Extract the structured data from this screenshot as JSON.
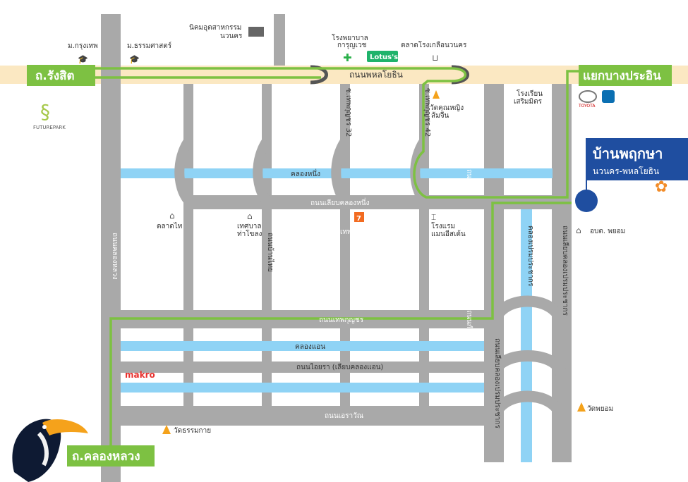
{
  "colors": {
    "road": "#a9a9a9",
    "canal": "#8fd3f5",
    "route": "#7dc142",
    "main_road": "#fbe8c2",
    "marker": "#1f4ea0",
    "temple": "#f4a21b"
  },
  "tags": {
    "rangsit": "ถ.รังสิต",
    "bang_pra_in": "แยกบางประอิน",
    "khlong_luang": "ถ.คลองหลวง"
  },
  "roads": {
    "phahon": "ถนนพหลโยธิน",
    "soi32": "ซ.เทพกุญชร 32",
    "soi42": "ซ.เทพกุญชร 42",
    "khlong_nueng": "คลองหนึ่ง",
    "liap_khlong_nueng": "ถนนเลียบคลองหนึ่ง",
    "khlong_luang_road": "ถนนคลองหลวง",
    "tepkunchon": "ถนนเทพกุญชร",
    "khlong_aen": "คลองแอน",
    "aiyara": "ถนนไอยรา (เลียบคลองแอน)",
    "erawan": "ถนนเอราวัณ",
    "khlong_prem": "คลองเปรมประชากร",
    "liap_khlong_prem_1": "ถนนเลียบคลองเปรมประชากร",
    "liap_khlong_prem_2": "ถนนเลียบคลองเปรมประชากร",
    "bandai": "ถนนบ้านไทย",
    "wa": "เทพ",
    "wa2": "ถนนกำ",
    "wa3": "ถนนกำ"
  },
  "places": {
    "bangkok_u": "ม.กรุงเทพ",
    "thammasat": "ม.ธรรมศาสตร์",
    "navanakorn_ind": "นิคมอุตสาหกรรม\nนวนคร",
    "hospital": "โรงพยาบาล\nการุญเวช",
    "lotus": "Lotus's",
    "market": "ตลาดโรงเกลือนวนคร",
    "school": "โรงเรียน\nเสริมมิตร",
    "toyota": "TOYOTA",
    "futurepark": "FUTUREPARK",
    "wat_khun": "วัดคุณหญิง\nส้มจีน",
    "talad_thai": "ตลาดไท",
    "municipal": "เทศบาล\nท่าโขลง",
    "hotel": "โรงแรม\nแมนอิสเต้น",
    "abt": "อบต. พยอม",
    "makro": "makro",
    "wat_thammakai": "วัดธรรมกาย",
    "wat_payom": "วัดพยอม"
  },
  "marker": {
    "title": "บ้านพฤกษา",
    "subtitle": "นวนคร-พหลโยธิน"
  }
}
